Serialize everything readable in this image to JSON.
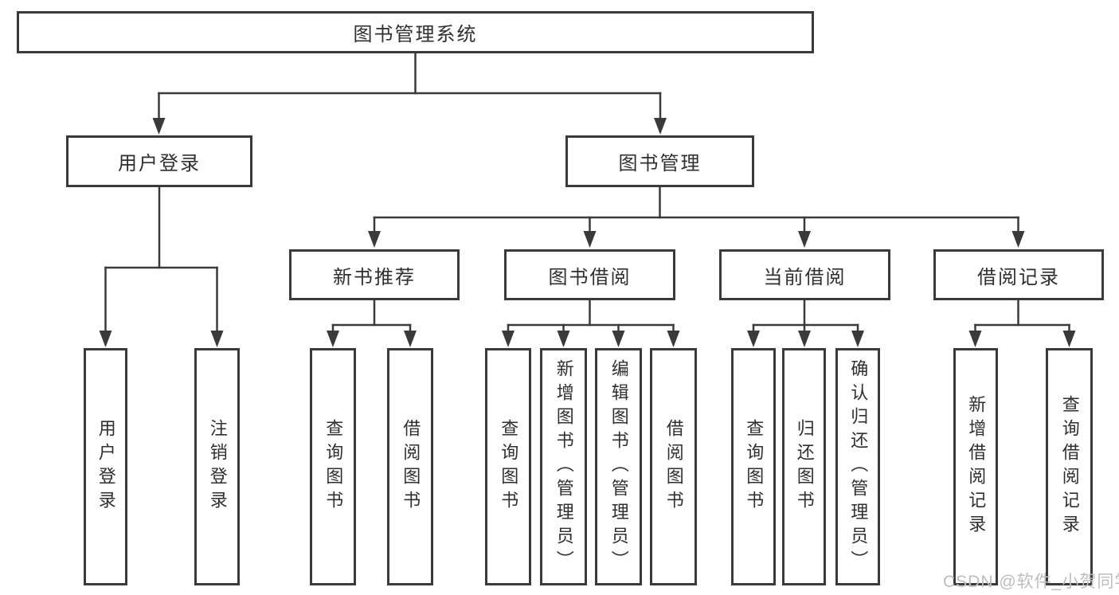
{
  "diagram": {
    "root": {
      "label": "图书管理系统"
    },
    "level2": [
      {
        "label": "用户登录"
      },
      {
        "label": "图书管理"
      }
    ],
    "level3": [
      {
        "label": "新书推荐"
      },
      {
        "label": "图书借阅"
      },
      {
        "label": "当前借阅"
      },
      {
        "label": "借阅记录"
      }
    ],
    "leaves": [
      {
        "label": "用户登录"
      },
      {
        "label": "注销登录"
      },
      {
        "label": "查询图书"
      },
      {
        "label": "借阅图书"
      },
      {
        "label": "查询图书"
      },
      {
        "label": "新增图书（管理员）"
      },
      {
        "label": "编辑图书（管理员）"
      },
      {
        "label": "借阅图书"
      },
      {
        "label": "查询图书"
      },
      {
        "label": "归还图书"
      },
      {
        "label": "确认归还（管理员）"
      },
      {
        "label": "新增借阅记录"
      },
      {
        "label": "查询借阅记录"
      }
    ]
  },
  "watermark": {
    "text": "CSDN @软件_小贺同学"
  },
  "colors": {
    "line": "#3a3a3a",
    "text": "#2f2f2f",
    "background": "#ffffff",
    "watermark": "#bdbdbd"
  }
}
